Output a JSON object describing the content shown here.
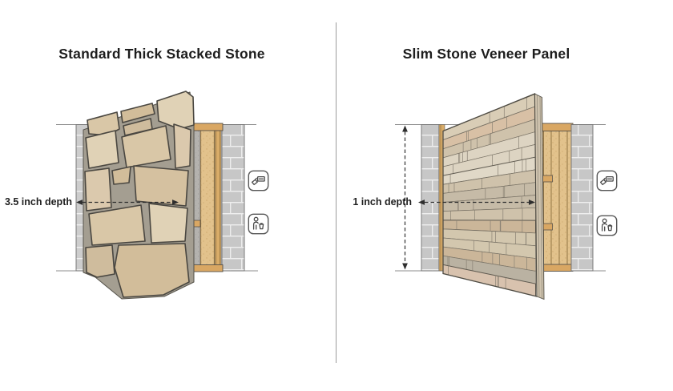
{
  "diagram": {
    "panels": [
      {
        "title": "Standard Thick Stacked Stone",
        "depth_label": "3.5 inch depth",
        "icons": [
          "trowel-mortar-icon",
          "worker-carrying-stone-icon"
        ]
      },
      {
        "title": "Slim Stone Veneer Panel",
        "depth_label": "1 inch depth",
        "icons": [
          "trowel-mortar-icon",
          "worker-carrying-stone-icon"
        ]
      }
    ],
    "colors": {
      "background": "#ffffff",
      "divider": "#9b9b9b",
      "stone_tan": "#d9c7a7",
      "mortar_gray": "#a49e91",
      "cmu_gray": "#c9c9c9",
      "wood_tan": "#d9a763",
      "dimension": "#2e2e2e"
    }
  }
}
